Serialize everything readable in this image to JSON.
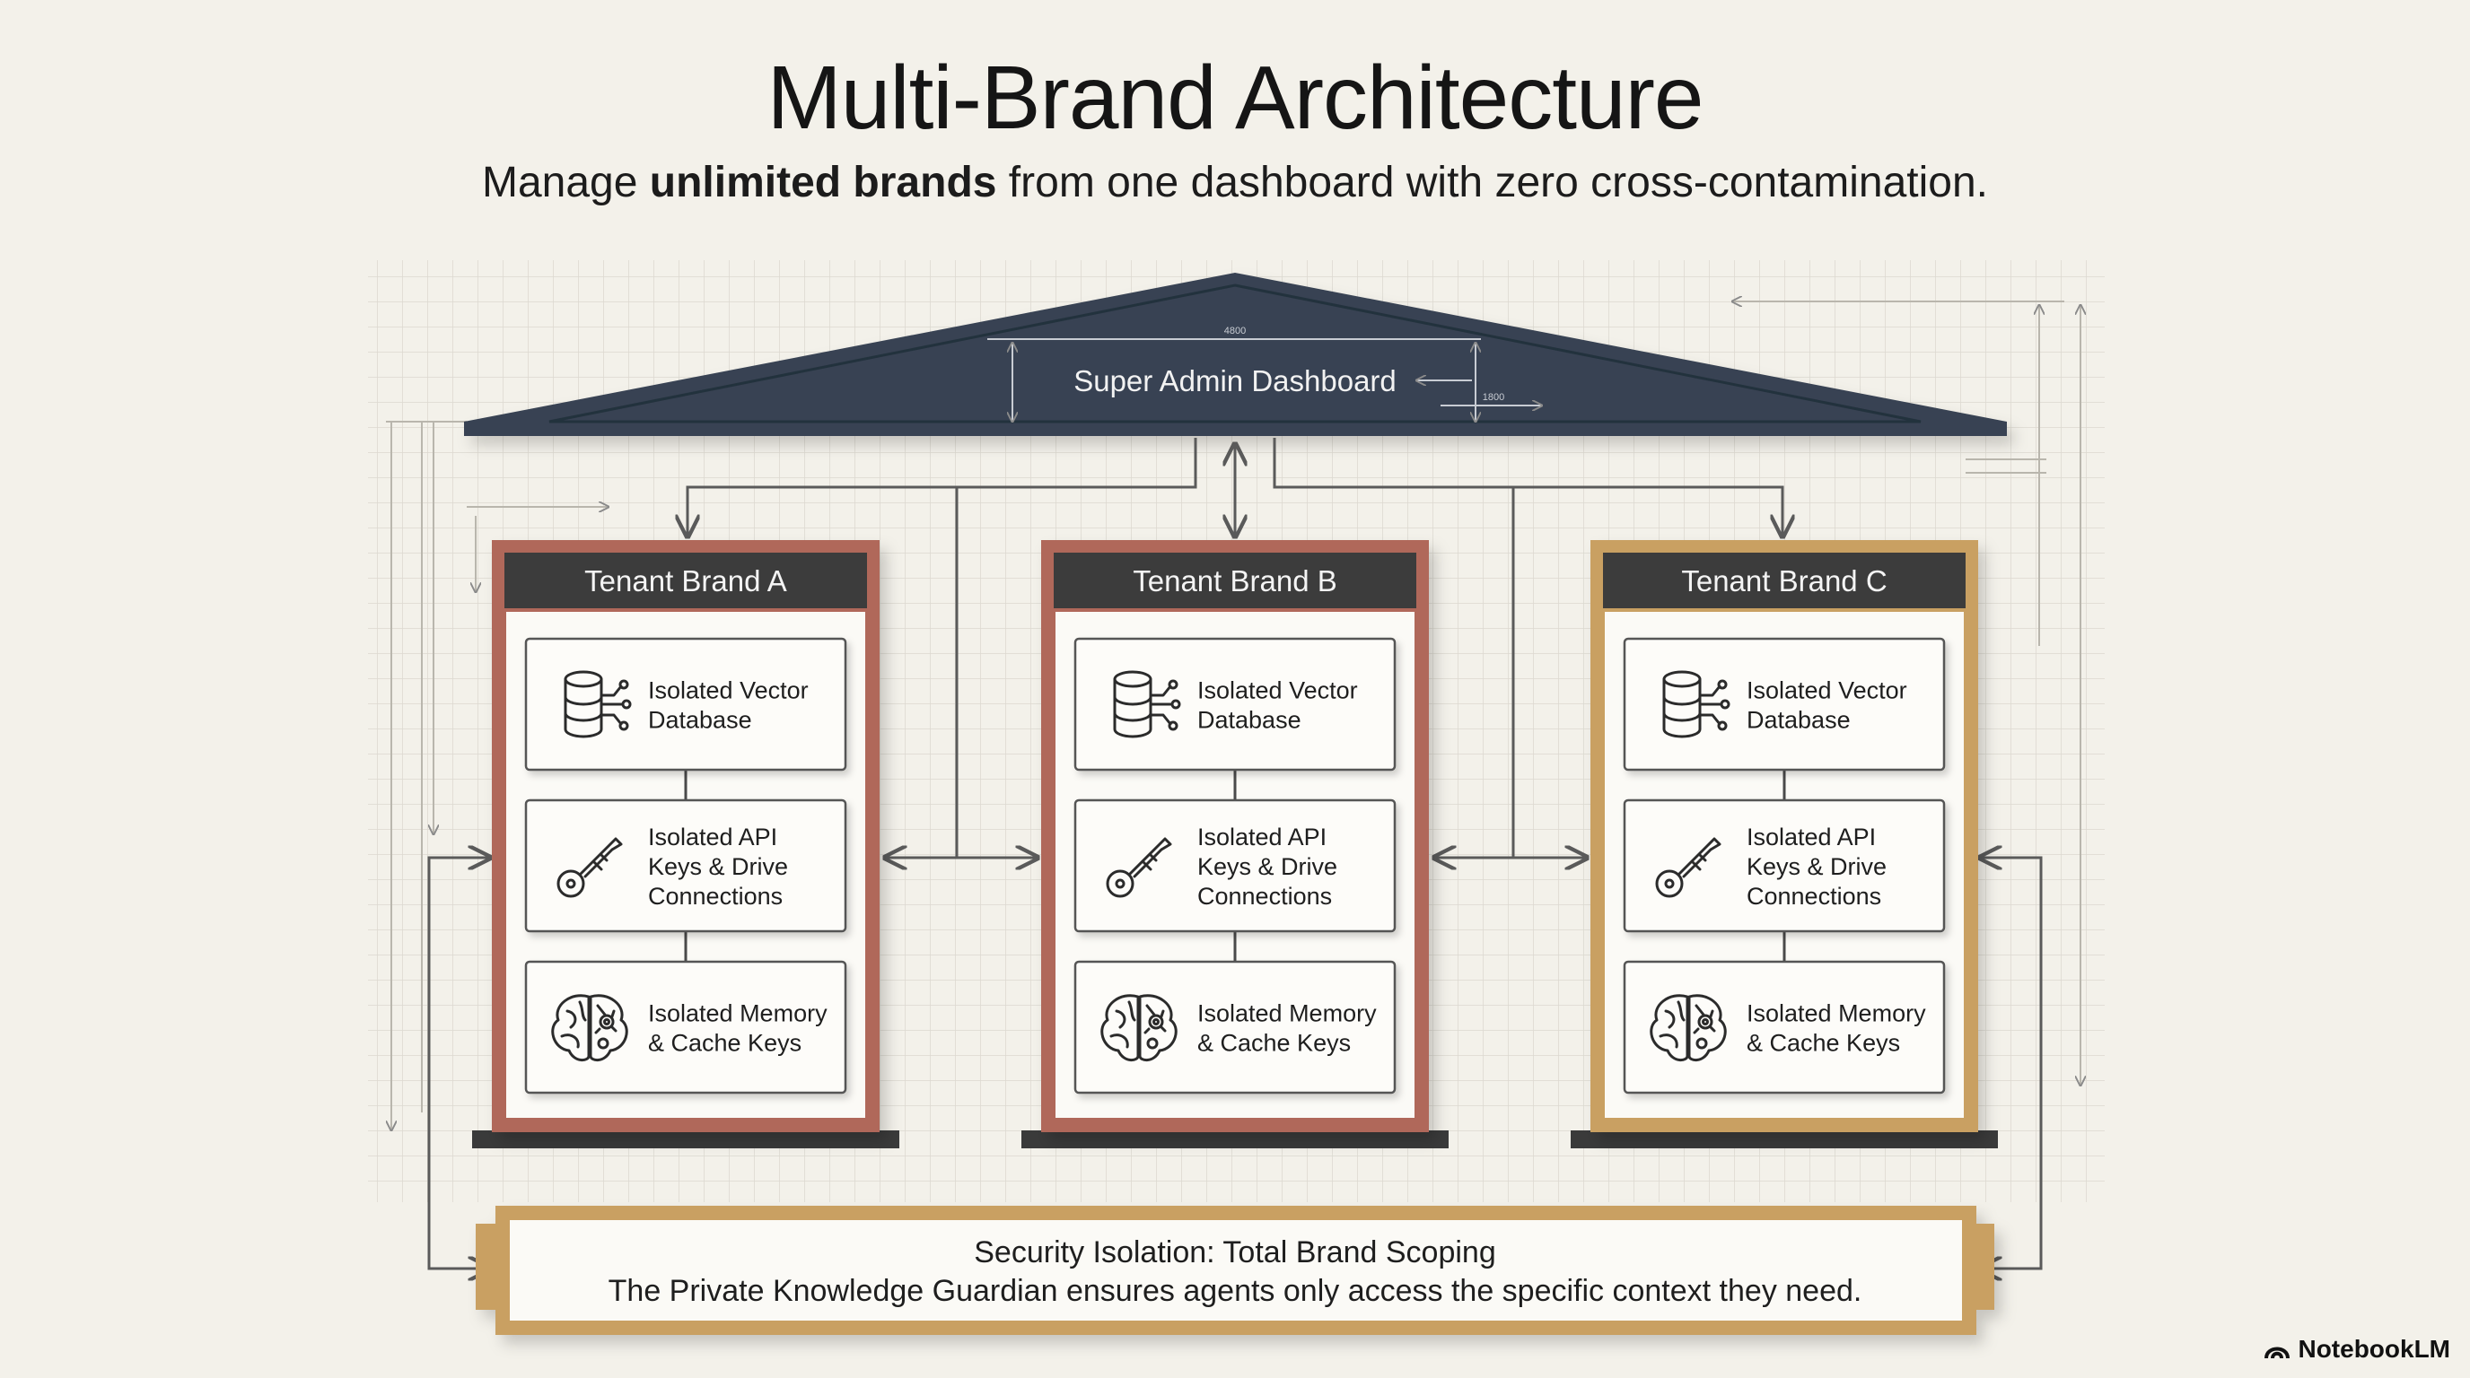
{
  "title": "Multi-Brand Architecture",
  "subtitle": {
    "pre": "Manage ",
    "bold": "unlimited brands",
    "post": " from one dashboard with zero cross-contamination."
  },
  "roof": {
    "label": "Super Admin Dashboard",
    "dim_top": "4800",
    "dim_side": "1800"
  },
  "tenants": [
    {
      "name": "Tenant Brand A",
      "accent": "#b0685a",
      "modules": [
        {
          "icon": "database-icon",
          "lines": [
            "Isolated Vector",
            "Database"
          ]
        },
        {
          "icon": "key-icon",
          "lines": [
            "Isolated API",
            "Keys & Drive",
            "Connections"
          ]
        },
        {
          "icon": "brain-icon",
          "lines": [
            "Isolated Memory",
            "& Cache Keys"
          ]
        }
      ]
    },
    {
      "name": "Tenant Brand B",
      "accent": "#b0685a",
      "modules": [
        {
          "icon": "database-icon",
          "lines": [
            "Isolated Vector",
            "Database"
          ]
        },
        {
          "icon": "key-icon",
          "lines": [
            "Isolated API",
            "Keys & Drive",
            "Connections"
          ]
        },
        {
          "icon": "brain-icon",
          "lines": [
            "Isolated Memory",
            "& Cache Keys"
          ]
        }
      ]
    },
    {
      "name": "Tenant Brand C",
      "accent": "#c9a062",
      "modules": [
        {
          "icon": "database-icon",
          "lines": [
            "Isolated Vector",
            "Database"
          ]
        },
        {
          "icon": "key-icon",
          "lines": [
            "Isolated API",
            "Keys & Drive",
            "Connections"
          ]
        },
        {
          "icon": "brain-icon",
          "lines": [
            "Isolated Memory",
            "& Cache Keys"
          ]
        }
      ]
    }
  ],
  "foundation": {
    "line1": "Security Isolation: Total Brand Scoping",
    "line2": "The Private Knowledge Guardian ensures agents only access the specific context they need."
  },
  "brand": "NotebookLM",
  "colors": {
    "background": "#f3f1ea",
    "roof": "#374252",
    "header": "#3c3c3c",
    "tenant_a_b": "#b0685a",
    "tenant_c": "#c9a062",
    "foundation": "#c9a062"
  }
}
